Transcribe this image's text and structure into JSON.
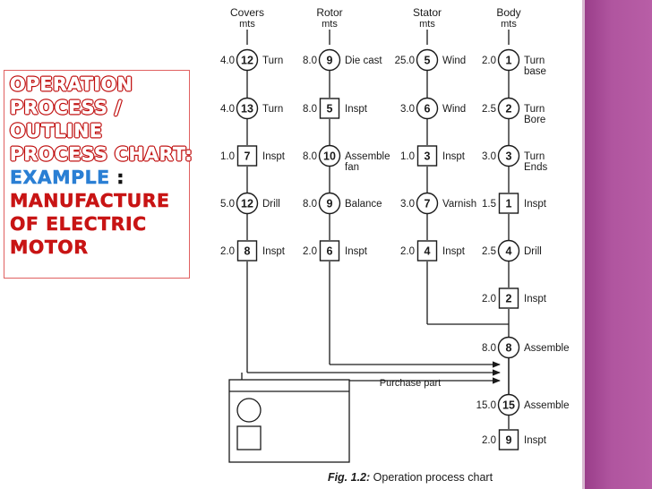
{
  "title": {
    "line1": "OPERATION",
    "line2": "PROCESS /",
    "line3": "OUTLINE",
    "line4": "PROCESS CHART:",
    "example_word": "EXAMPLE",
    "example_colon": " :",
    "line6": "MANUFACTURE",
    "line7": "OF ELECTRIC",
    "line8": "MOTOR"
  },
  "colors": {
    "title_red": "#c81414",
    "example_blue": "#2a7fd4",
    "side_stripe": "#b0559f"
  },
  "diagram": {
    "columns": [
      {
        "name": "Covers",
        "unit": "mts"
      },
      {
        "name": "Rotor",
        "unit": "mts"
      },
      {
        "name": "Stator",
        "unit": "mts"
      },
      {
        "name": "Body",
        "unit": "mts"
      }
    ],
    "steps": [
      {
        "col": 0,
        "row": 0,
        "shape": "circle",
        "num": "12",
        "time": "4.0",
        "label": [
          "Turn"
        ]
      },
      {
        "col": 0,
        "row": 1,
        "shape": "circle",
        "num": "13",
        "time": "4.0",
        "label": [
          "Turn"
        ]
      },
      {
        "col": 0,
        "row": 2,
        "shape": "square",
        "num": "7",
        "time": "1.0",
        "label": [
          "Inspt"
        ]
      },
      {
        "col": 0,
        "row": 3,
        "shape": "circle",
        "num": "12",
        "time": "5.0",
        "label": [
          "Drill"
        ]
      },
      {
        "col": 0,
        "row": 4,
        "shape": "square",
        "num": "8",
        "time": "2.0",
        "label": [
          "Inspt"
        ]
      },
      {
        "col": 1,
        "row": 0,
        "shape": "circle",
        "num": "9",
        "time": "8.0",
        "label": [
          "Die cast"
        ]
      },
      {
        "col": 1,
        "row": 1,
        "shape": "square",
        "num": "5",
        "time": "8.0",
        "label": [
          "Inspt"
        ]
      },
      {
        "col": 1,
        "row": 2,
        "shape": "circle",
        "num": "10",
        "time": "8.0",
        "label": [
          "Assemble",
          "fan"
        ]
      },
      {
        "col": 1,
        "row": 3,
        "shape": "circle",
        "num": "9",
        "time": "8.0",
        "label": [
          "Balance"
        ]
      },
      {
        "col": 1,
        "row": 4,
        "shape": "square",
        "num": "6",
        "time": "2.0",
        "label": [
          "Inspt"
        ]
      },
      {
        "col": 2,
        "row": 0,
        "shape": "circle",
        "num": "5",
        "time": "25.0",
        "label": [
          "Wind"
        ]
      },
      {
        "col": 2,
        "row": 1,
        "shape": "circle",
        "num": "6",
        "time": "3.0",
        "label": [
          "Wind"
        ]
      },
      {
        "col": 2,
        "row": 2,
        "shape": "square",
        "num": "3",
        "time": "1.0",
        "label": [
          "Inspt"
        ]
      },
      {
        "col": 2,
        "row": 3,
        "shape": "circle",
        "num": "7",
        "time": "3.0",
        "label": [
          "Varnish"
        ]
      },
      {
        "col": 2,
        "row": 4,
        "shape": "square",
        "num": "4",
        "time": "2.0",
        "label": [
          "Inspt"
        ]
      },
      {
        "col": 3,
        "row": 0,
        "shape": "circle",
        "num": "1",
        "time": "2.0",
        "label": [
          "Turn",
          "base"
        ]
      },
      {
        "col": 3,
        "row": 1,
        "shape": "circle",
        "num": "2",
        "time": "2.5",
        "label": [
          "Turn",
          "Bore"
        ]
      },
      {
        "col": 3,
        "row": 2,
        "shape": "circle",
        "num": "3",
        "time": "3.0",
        "label": [
          "Turn",
          "Ends"
        ]
      },
      {
        "col": 3,
        "row": 3,
        "shape": "square",
        "num": "1",
        "time": "1.5",
        "label": [
          "Inspt"
        ]
      },
      {
        "col": 3,
        "row": 4,
        "shape": "circle",
        "num": "4",
        "time": "2.5",
        "label": [
          "Drill"
        ]
      },
      {
        "col": 3,
        "row": 5,
        "shape": "square",
        "num": "2",
        "time": "2.0",
        "label": [
          "Inspt"
        ]
      },
      {
        "col": 3,
        "row": 6,
        "shape": "circle",
        "num": "8",
        "time": "8.0",
        "label": [
          "Assemble"
        ]
      },
      {
        "col": 3,
        "row": 8,
        "shape": "circle",
        "num": "15",
        "time": "15.0",
        "label": [
          "Assemble"
        ]
      },
      {
        "col": 3,
        "row": 9,
        "shape": "square",
        "num": "9",
        "time": "2.0",
        "label": [
          "Inspt"
        ]
      }
    ],
    "purchase_label": "Purchase part",
    "caption_fig": "Fig. 1.2:",
    "caption_text": " Operation process chart"
  }
}
